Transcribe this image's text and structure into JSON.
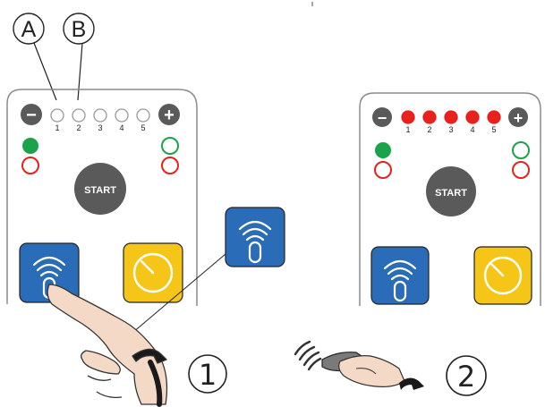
{
  "callouts": {
    "a": "A",
    "b": "B"
  },
  "steps": {
    "one": "1",
    "two": "2"
  },
  "left_panel": {
    "minus_label": "−",
    "plus_label": "+",
    "start_label": "START",
    "indicator_numbers": [
      "1",
      "2",
      "3",
      "4",
      "5"
    ],
    "indicators_lit": [
      false,
      false,
      false,
      false,
      false
    ]
  },
  "right_panel": {
    "minus_label": "−",
    "plus_label": "+",
    "start_label": "START",
    "indicator_numbers": [
      "1",
      "2",
      "3",
      "4",
      "5"
    ],
    "indicators_lit": [
      true,
      true,
      true,
      true,
      true
    ]
  },
  "icons": {
    "remote_button": "wireless-remote-icon",
    "timer_button": "timer-icon",
    "hand_press": "pointing-hand-icon",
    "hand_remote": "hand-holding-remote-icon"
  },
  "colors": {
    "panel_stroke": "#8c8c8c",
    "button_dark": "#5a5a5a",
    "remote_blue": "#2b6cb8",
    "timer_yellow": "#f5c518",
    "led_red": "#e8211c",
    "led_green": "#1aa34a"
  }
}
